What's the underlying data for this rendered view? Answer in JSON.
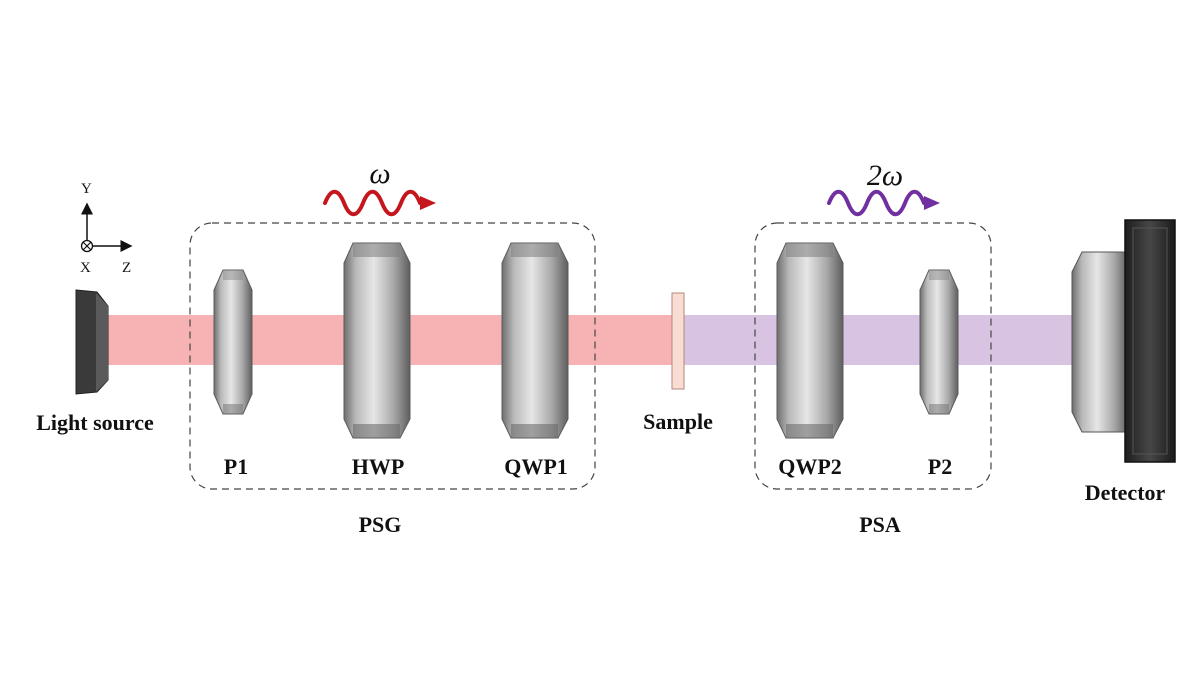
{
  "labels": {
    "light_source": "Light source",
    "p1": "P1",
    "hwp": "HWP",
    "qwp1": "QWP1",
    "sample": "Sample",
    "qwp2": "QWP2",
    "p2": "P2",
    "detector": "Detector",
    "psg": "PSG",
    "psa": "PSA"
  },
  "axes": {
    "y": "Y",
    "x": "X",
    "z": "Z"
  },
  "frequencies": {
    "input": "ω",
    "output": "2ω"
  },
  "colors": {
    "input_beam": "#f7b3b3",
    "output_beam": "#d8c3e3",
    "input_wave": "#c4161c",
    "output_wave": "#7030a0",
    "sample": "#f9ddd3"
  }
}
